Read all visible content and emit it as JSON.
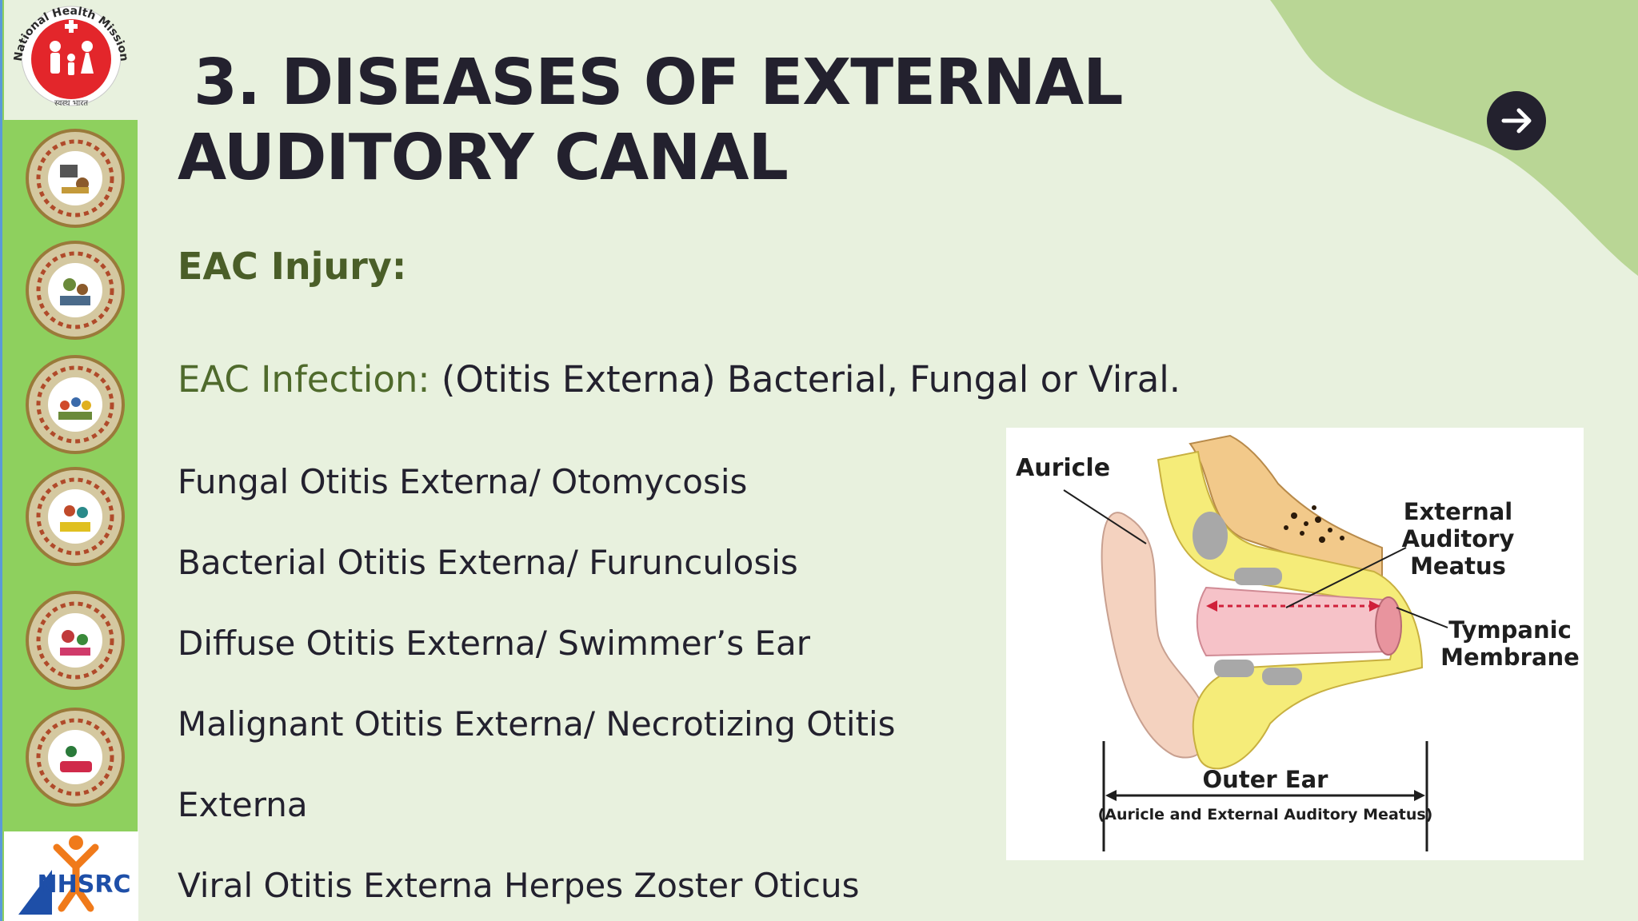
{
  "logos": {
    "top": "National Health Mission",
    "top_tagline": "स्वस्थ भारत",
    "bottom": "NHSRC"
  },
  "title": {
    "line1": "3. DISEASES OF EXTERNAL",
    "line2": "AUDITORY CANAL"
  },
  "sub_heading": "EAC Injury:",
  "infection": {
    "label": "EAC Infection:",
    "text": " (Otitis Externa) Bacterial, Fungal or Viral."
  },
  "list": [
    "Fungal Otitis Externa/ Otomycosis",
    "Bacterial Otitis Externa/ Furunculosis",
    "Diffuse Otitis Externa/ Swimmer’s Ear",
    "Malignant Otitis Externa/ Necrotizing Otitis",
    "Externa",
    "Viral Otitis Externa Herpes Zoster Oticus"
  ],
  "diagram": {
    "auricle": "Auricle",
    "eam_1": "External",
    "eam_2": "Auditory",
    "eam_3": "Meatus",
    "tm_1": "Tympanic",
    "tm_2": "Membrane",
    "outer_ear": "Outer Ear",
    "outer_ear_sub": "(Auricle and External Auditory Meatus)"
  },
  "colors": {
    "background": "#e8f1de",
    "sidebar": "#8ed05e",
    "title": "#23212e",
    "accent_green": "#4a5e28"
  },
  "icons": {
    "next": "arrow-right-icon"
  }
}
